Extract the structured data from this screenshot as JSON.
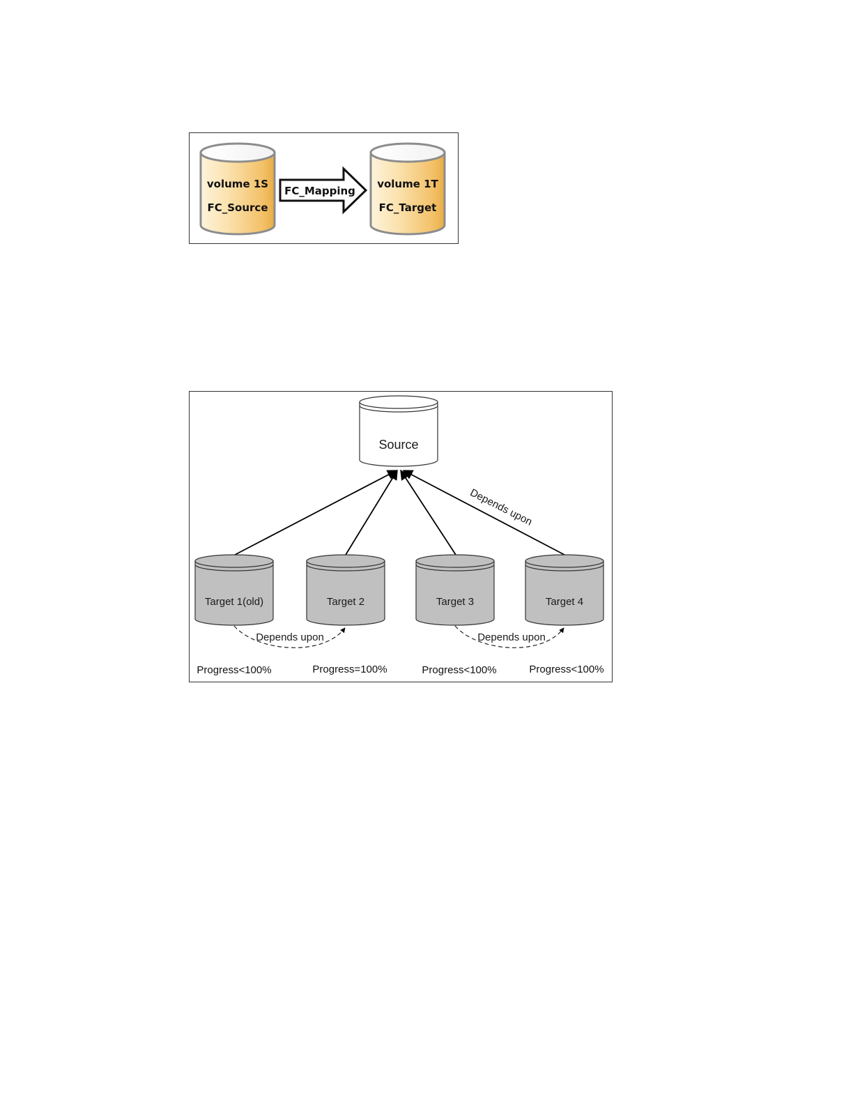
{
  "figure1": {
    "source_volume": {
      "name": "volume 1S",
      "role": "FC_Source"
    },
    "mapping_label": "FC_Mapping",
    "target_volume": {
      "name": "volume 1T",
      "role": "FC_Target"
    },
    "volume_fill_color": "#f6c96f"
  },
  "figure2": {
    "source_label": "Source",
    "depends_label": "Depends upon",
    "targets": [
      {
        "label": "Target 1(old)",
        "progress": "Progress<100%"
      },
      {
        "label": "Target 2",
        "progress": "Progress=100%"
      },
      {
        "label": "Target 3",
        "progress": "Progress<100%"
      },
      {
        "label": "Target 4",
        "progress": "Progress<100%"
      }
    ],
    "dependency_labels": [
      "Depends upon",
      "Depends upon"
    ],
    "target_fill_color": "#c0c0c0"
  }
}
